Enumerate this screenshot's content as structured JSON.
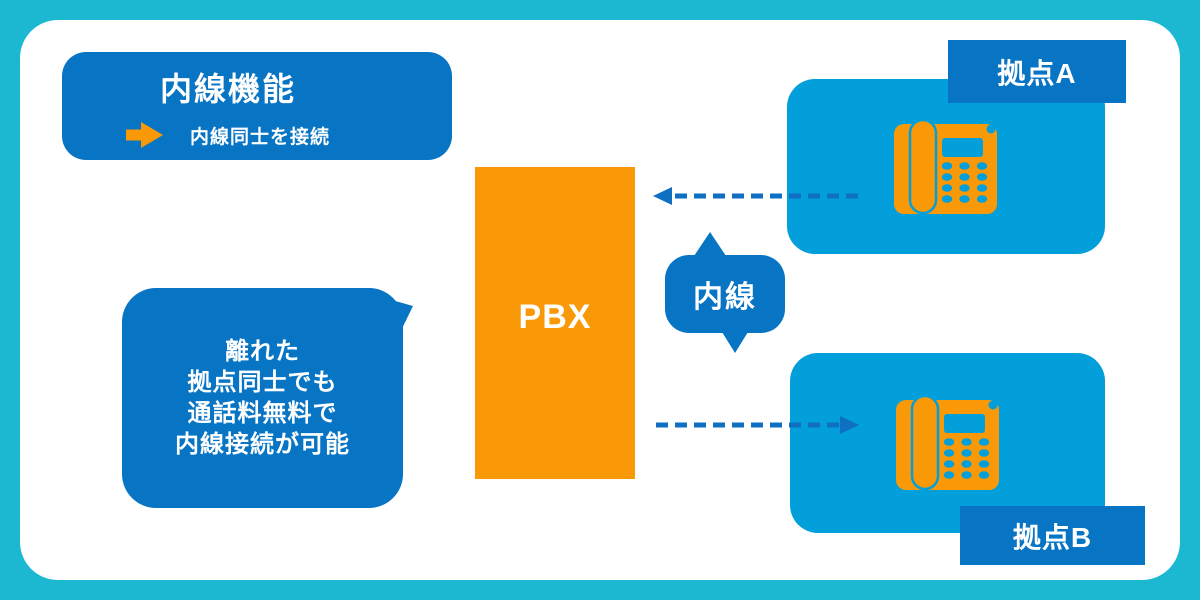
{
  "palette": {
    "frame_teal": "#1cb8d2",
    "canvas_white": "#ffffff",
    "primary_blue": "#0874c4",
    "card_cyan": "#029fdb",
    "orange": "#f99908",
    "arrow_blue": "#0f6fc2",
    "text_white": "#ffffff"
  },
  "header": {
    "title": "内線機能",
    "subtitle": "内線同士を接続"
  },
  "pbx": {
    "label": "PBX"
  },
  "connector": {
    "badge": "内線"
  },
  "note": {
    "lines": [
      "離れた",
      "拠点同士でも",
      "通話料無料で",
      "内線接続が可能"
    ]
  },
  "sites": [
    {
      "label": "拠点A"
    },
    {
      "label": "拠点B"
    }
  ]
}
